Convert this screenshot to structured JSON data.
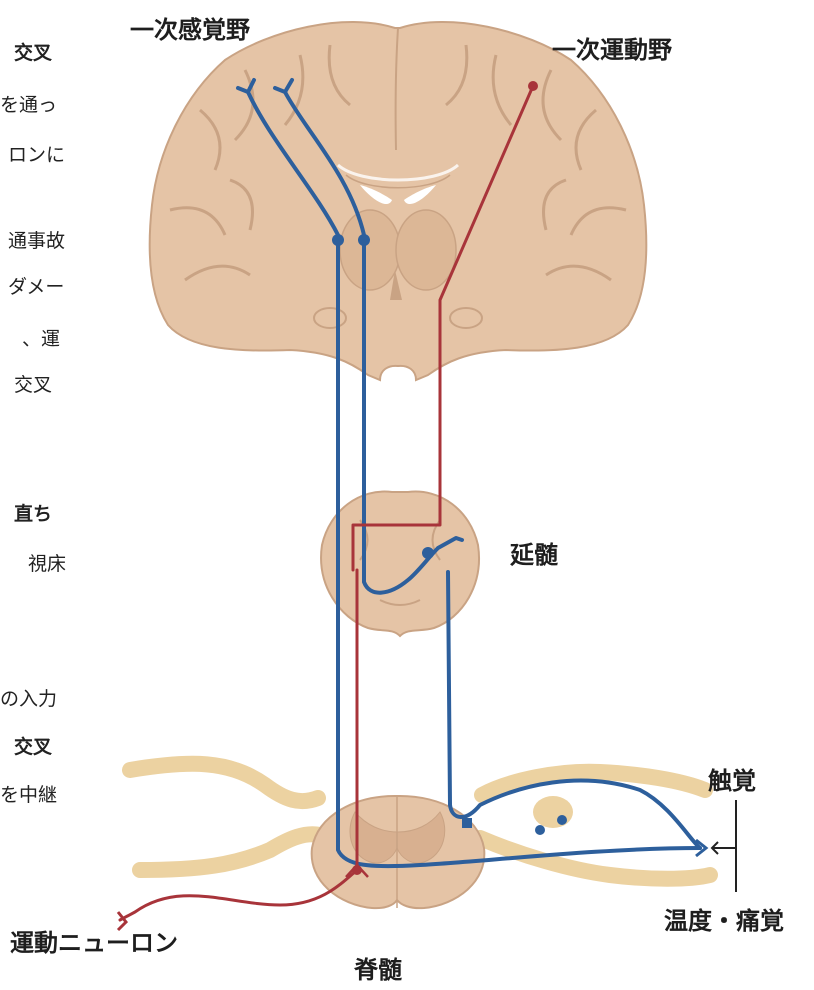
{
  "left_text_fragments": [
    {
      "id": "f1",
      "text": "交叉",
      "bold": true
    },
    {
      "id": "f2",
      "text": "を通っ",
      "bold": false
    },
    {
      "id": "f3",
      "text": "ロンに",
      "bold": false
    },
    {
      "id": "f4",
      "text": "通事故",
      "bold": false
    },
    {
      "id": "f5",
      "text": "ダメー",
      "bold": false
    },
    {
      "id": "f6",
      "text": "、運",
      "bold": false
    },
    {
      "id": "f7",
      "text": "交叉",
      "bold": false
    },
    {
      "id": "f8",
      "text": "直ち",
      "bold": true
    },
    {
      "id": "f9",
      "text": "視床",
      "bold": false
    },
    {
      "id": "f10",
      "text": "の入力",
      "bold": false
    },
    {
      "id": "f11",
      "text": "交叉",
      "bold": true
    },
    {
      "id": "f12",
      "text": "を中継",
      "bold": false
    }
  ],
  "labels": {
    "primary_sensory": "一次感覚野",
    "primary_motor": "一次運動野",
    "medulla": "延髄",
    "touch": "触覚",
    "temp_pain": "温度・痛覚",
    "motor_neuron": "運動ニューロン",
    "spinal_cord": "脊髄"
  },
  "colors": {
    "brain_fill": "#e5c4a6",
    "brain_outline": "#c9a384",
    "sensory_path": "#2d5f9c",
    "motor_path": "#a8343a",
    "nerve": "#ecd2a1",
    "text": "#1e1e1e"
  }
}
